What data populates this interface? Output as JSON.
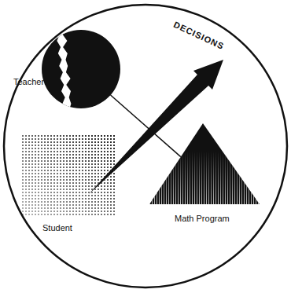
{
  "diagram": {
    "nodes": [
      {
        "text": [
          "Teacher"
        ]
      },
      {
        "text": [
          "Student"
        ]
      },
      {
        "text": [
          "Math Program"
        ]
      }
    ],
    "edges": [
      {
        "from": 0,
        "to": 2,
        "arrow": "none"
      }
    ],
    "labels": [
      "DECISIONS"
    ]
  }
}
